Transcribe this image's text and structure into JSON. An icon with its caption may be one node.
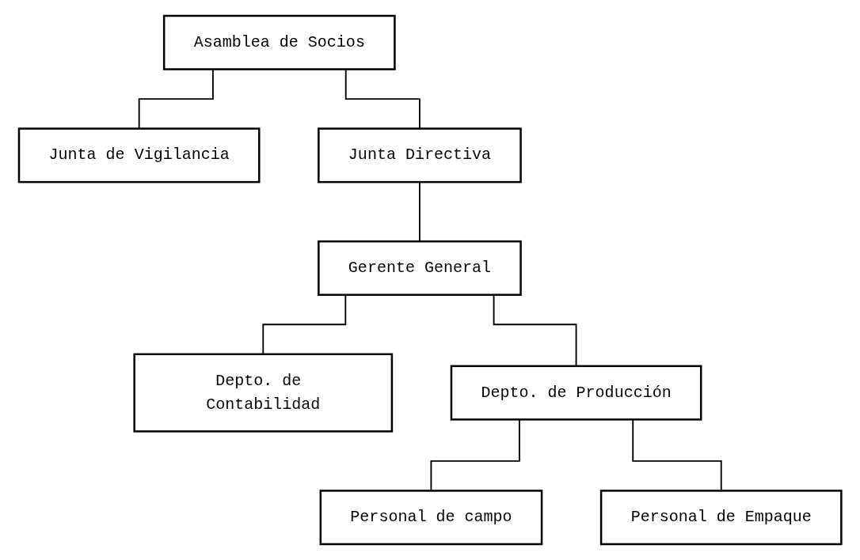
{
  "diagram": {
    "nodes": [
      {
        "text": [
          "Asamblea de Socios"
        ]
      },
      {
        "text": [
          "Junta de Vigilancia"
        ]
      },
      {
        "text": [
          "Junta Directiva"
        ]
      },
      {
        "text": [
          "Gerente General"
        ]
      },
      {
        "text": [
          "Depto. de Contabilidad"
        ]
      },
      {
        "text": [
          "Depto. de Producción"
        ]
      },
      {
        "text": [
          "Personal de campo"
        ]
      },
      {
        "text": [
          "Personal de Empaque"
        ]
      }
    ],
    "edges": [
      {
        "from": 0,
        "to": 1,
        "arrow": "none"
      },
      {
        "from": 0,
        "to": 2,
        "arrow": "none"
      },
      {
        "from": 2,
        "to": 3,
        "arrow": "none"
      },
      {
        "from": 3,
        "to": 4,
        "arrow": "none"
      },
      {
        "from": 3,
        "to": 5,
        "arrow": "none"
      },
      {
        "from": 5,
        "to": 6,
        "arrow": "none"
      },
      {
        "from": 5,
        "to": 7,
        "arrow": "none"
      }
    ]
  }
}
